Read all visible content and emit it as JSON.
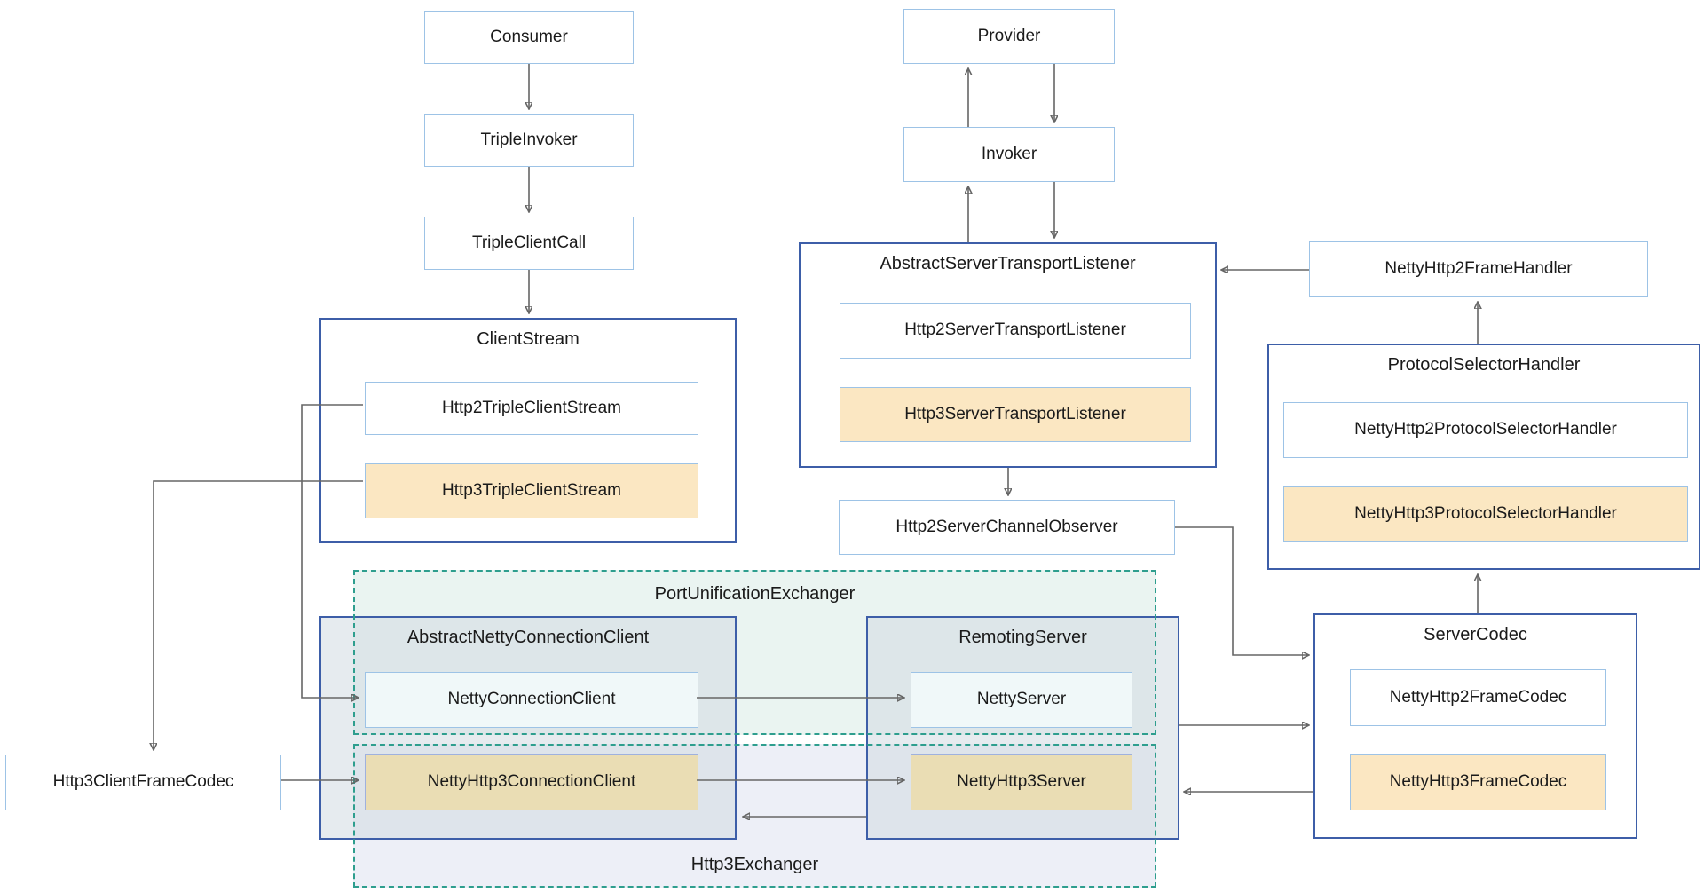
{
  "nodes": {
    "consumer": "Consumer",
    "triple_invoker": "TripleInvoker",
    "triple_client_call": "TripleClientCall",
    "client_stream": "ClientStream",
    "http2_triple_client_stream": "Http2TripleClientStream",
    "http3_triple_client_stream": "Http3TripleClientStream",
    "provider": "Provider",
    "invoker": "Invoker",
    "abstract_server_transport_listener": "AbstractServerTransportListener",
    "http2_server_transport_listener": "Http2ServerTransportListener",
    "http3_server_transport_listener": "Http3ServerTransportListener",
    "netty_http2_frame_handler": "NettyHttp2FrameHandler",
    "protocol_selector_handler": "ProtocolSelectorHandler",
    "netty_http2_protocol_selector_handler": "NettyHttp2ProtocolSelectorHandler",
    "netty_http3_protocol_selector_handler": "NettyHttp3ProtocolSelectorHandler",
    "http2_server_channel_observer": "Http2ServerChannelObserver",
    "port_unification_exchanger": "PortUnificationExchanger",
    "http3_exchanger": "Http3Exchanger",
    "abstract_netty_connection_client": "AbstractNettyConnectionClient",
    "netty_connection_client": "NettyConnectionClient",
    "netty_http3_connection_client": "NettyHttp3ConnectionClient",
    "remoting_server": "RemotingServer",
    "netty_server": "NettyServer",
    "netty_http3_server": "NettyHttp3Server",
    "http3_client_frame_codec": "Http3ClientFrameCodec",
    "server_codec": "ServerCodec",
    "netty_http2_frame_codec": "NettyHttp2FrameCodec",
    "netty_http3_frame_codec": "NettyHttp3FrameCodec"
  },
  "edges": [
    {
      "from": "Consumer",
      "to": "TripleInvoker"
    },
    {
      "from": "TripleInvoker",
      "to": "TripleClientCall"
    },
    {
      "from": "TripleClientCall",
      "to": "ClientStream"
    },
    {
      "from": "Invoker",
      "to": "Provider"
    },
    {
      "from": "Provider",
      "to": "Invoker"
    },
    {
      "from": "AbstractServerTransportListener",
      "to": "Invoker"
    },
    {
      "from": "Invoker",
      "to": "AbstractServerTransportListener"
    },
    {
      "from": "NettyHttp2FrameHandler",
      "to": "AbstractServerTransportListener"
    },
    {
      "from": "ProtocolSelectorHandler",
      "to": "NettyHttp2FrameHandler"
    },
    {
      "from": "AbstractServerTransportListener",
      "to": "Http2ServerChannelObserver"
    },
    {
      "from": "Http2ServerChannelObserver",
      "to": "ServerCodec"
    },
    {
      "from": "ServerCodec",
      "to": "ProtocolSelectorHandler"
    },
    {
      "from": "Http2TripleClientStream",
      "to": "NettyConnectionClient"
    },
    {
      "from": "Http3TripleClientStream",
      "to": "Http3ClientFrameCodec"
    },
    {
      "from": "Http3ClientFrameCodec",
      "to": "NettyHttp3ConnectionClient"
    },
    {
      "from": "NettyConnectionClient",
      "to": "NettyServer"
    },
    {
      "from": "NettyHttp3ConnectionClient",
      "to": "NettyHttp3Server"
    },
    {
      "from": "RemotingServer",
      "to": "ServerCodec"
    },
    {
      "from": "ServerCodec",
      "to": "NettyHttp3Server"
    },
    {
      "from": "RemotingServer",
      "to": "AbstractNettyConnectionClient"
    }
  ],
  "colors": {
    "dark_border": "#3d5ea8",
    "light_border": "#9dc3e6",
    "highlight_fill": "#fbe7c2",
    "tan_fill": "#eaddb4",
    "tan_border": "#9fb1de",
    "inner_mint_fill": "#f0f8f9",
    "mint_fill": "#eaf4f1",
    "lavender_fill": "#edeff7",
    "dashed_border": "#2e9e8e",
    "arrow": "#666666",
    "text": "#1a1a1a"
  }
}
